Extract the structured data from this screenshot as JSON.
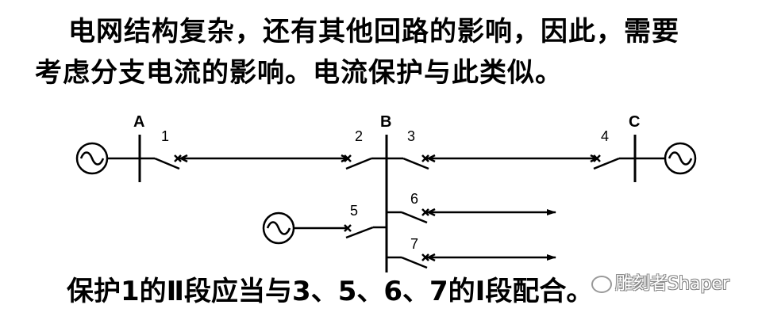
{
  "text": {
    "line1": "电网结构复杂，还有其他回路的影响，因此，需要",
    "line2": "考虑分支电流的影响。电流保护与此类似。",
    "caption": "保护1的Ⅱ段应当与3、5、6、7的Ⅰ段配合。"
  },
  "diagram": {
    "buses": [
      {
        "id": "A",
        "label": "A"
      },
      {
        "id": "B",
        "label": "B"
      },
      {
        "id": "C",
        "label": "C"
      }
    ],
    "breakers": [
      {
        "id": 1,
        "label": "1"
      },
      {
        "id": 2,
        "label": "2"
      },
      {
        "id": 3,
        "label": "3"
      },
      {
        "id": 4,
        "label": "4"
      },
      {
        "id": 5,
        "label": "5"
      },
      {
        "id": 6,
        "label": "6"
      },
      {
        "id": 7,
        "label": "7"
      }
    ],
    "sources": [
      "generator-at-A",
      "generator-at-C",
      "generator-at-5"
    ],
    "loads": [
      "load-at-6",
      "load-at-7"
    ]
  },
  "watermark": {
    "icon": "wechat-icon",
    "text": "雕刻者Shaper"
  }
}
